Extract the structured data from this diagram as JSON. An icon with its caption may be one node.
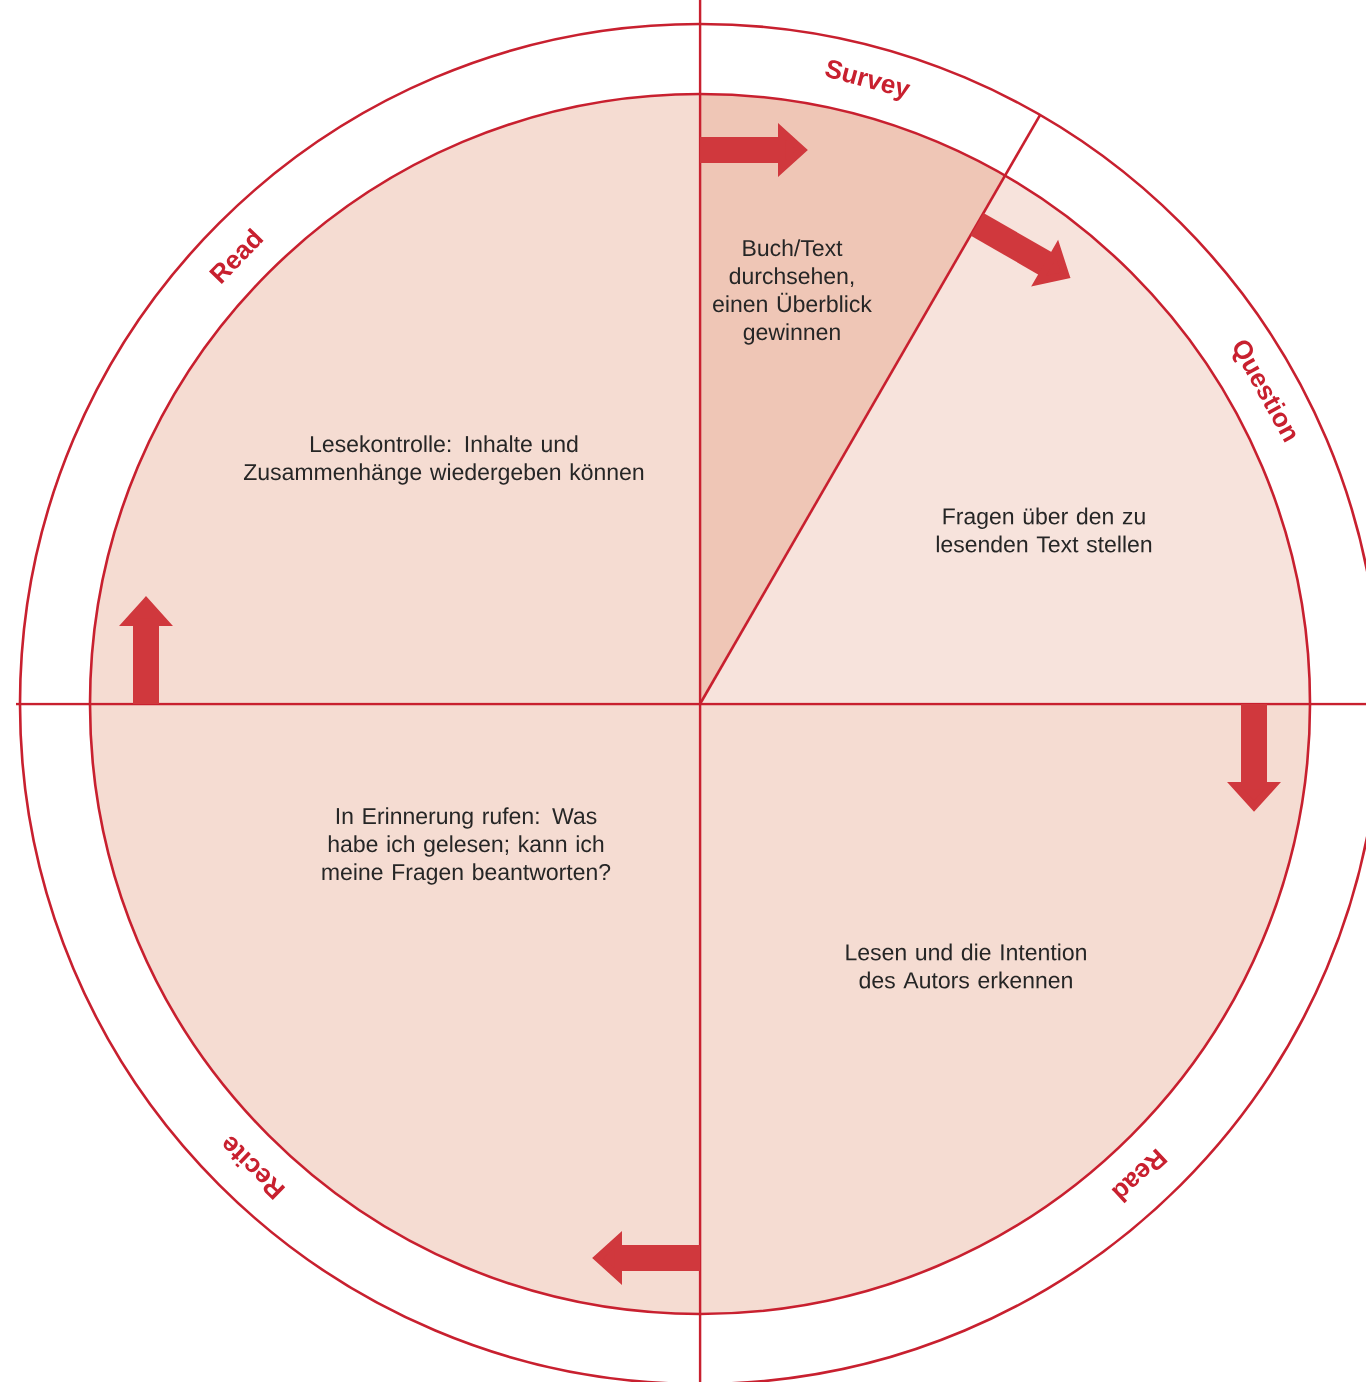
{
  "diagram": {
    "nodes": [
      {
        "text": [
          "Read",
          "Lesekontrolle: Inhalte und Zusammenhänge wiedergeben können"
        ]
      },
      {
        "text": [
          "Survey",
          "Buch/Text durchsehen, einen Überblick gewinnen"
        ]
      },
      {
        "text": [
          "Question",
          "Fragen über den zu lesenden Text stellen"
        ]
      },
      {
        "text": [
          "Read",
          "Lesen und die Intention des Autors erkennen"
        ]
      },
      {
        "text": [
          "Recite",
          "In Erinnerung rufen: Was habe ich gelesen; kann ich meine Fragen beantworten?"
        ]
      }
    ],
    "edges": [
      {
        "from": 0,
        "to": 1,
        "arrow": "to"
      },
      {
        "from": 1,
        "to": 2,
        "arrow": "to"
      },
      {
        "from": 2,
        "to": 3,
        "arrow": "to"
      },
      {
        "from": 3,
        "to": 4,
        "arrow": "to"
      },
      {
        "from": 4,
        "to": 0,
        "arrow": "to"
      }
    ]
  }
}
